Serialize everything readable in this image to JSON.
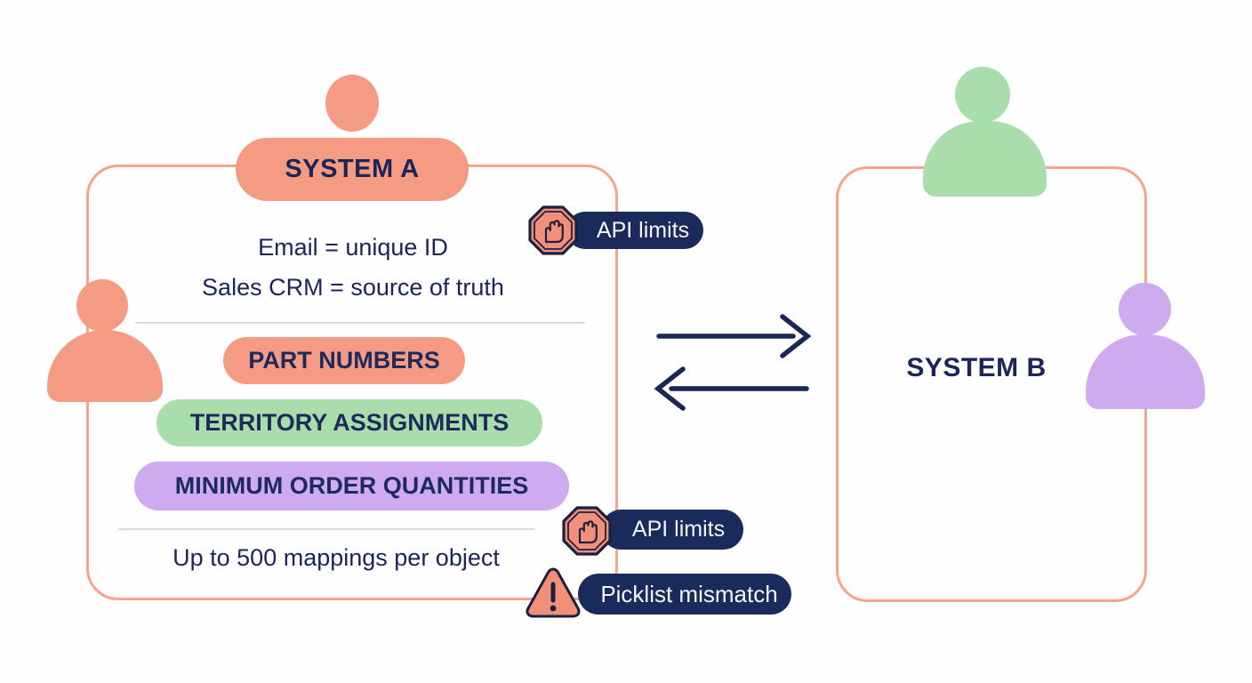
{
  "colors": {
    "salmon": "#F69B83",
    "salmon_border": "#F6A48D",
    "salmon_icon": "#F28F79",
    "green": "#A8DEAC",
    "purple": "#CEAAEF",
    "navy": "#1C2557",
    "badge_bg": "#1A2A5B",
    "badge_text": "#F4F6FA",
    "divider": "#D9DAE2"
  },
  "system_a": {
    "title": "SYSTEM A",
    "facts": [
      "Email = unique ID",
      "Sales CRM = source of truth"
    ],
    "pills": [
      {
        "label": "PART NUMBERS",
        "color": "salmon"
      },
      {
        "label": "TERRITORY ASSIGNMENTS",
        "color": "green"
      },
      {
        "label": "MINIMUM ORDER QUANTITIES",
        "color": "purple"
      }
    ],
    "footnote": "Up to 500 mappings per object"
  },
  "system_b": {
    "title": "SYSTEM B"
  },
  "badges": {
    "api_limits_top": {
      "label": "API limits",
      "icon": "stop-hand"
    },
    "api_limits_bottom": {
      "label": "API limits",
      "icon": "stop-hand"
    },
    "picklist_mismatch": {
      "label": "Picklist mismatch",
      "icon": "warning-triangle"
    }
  }
}
